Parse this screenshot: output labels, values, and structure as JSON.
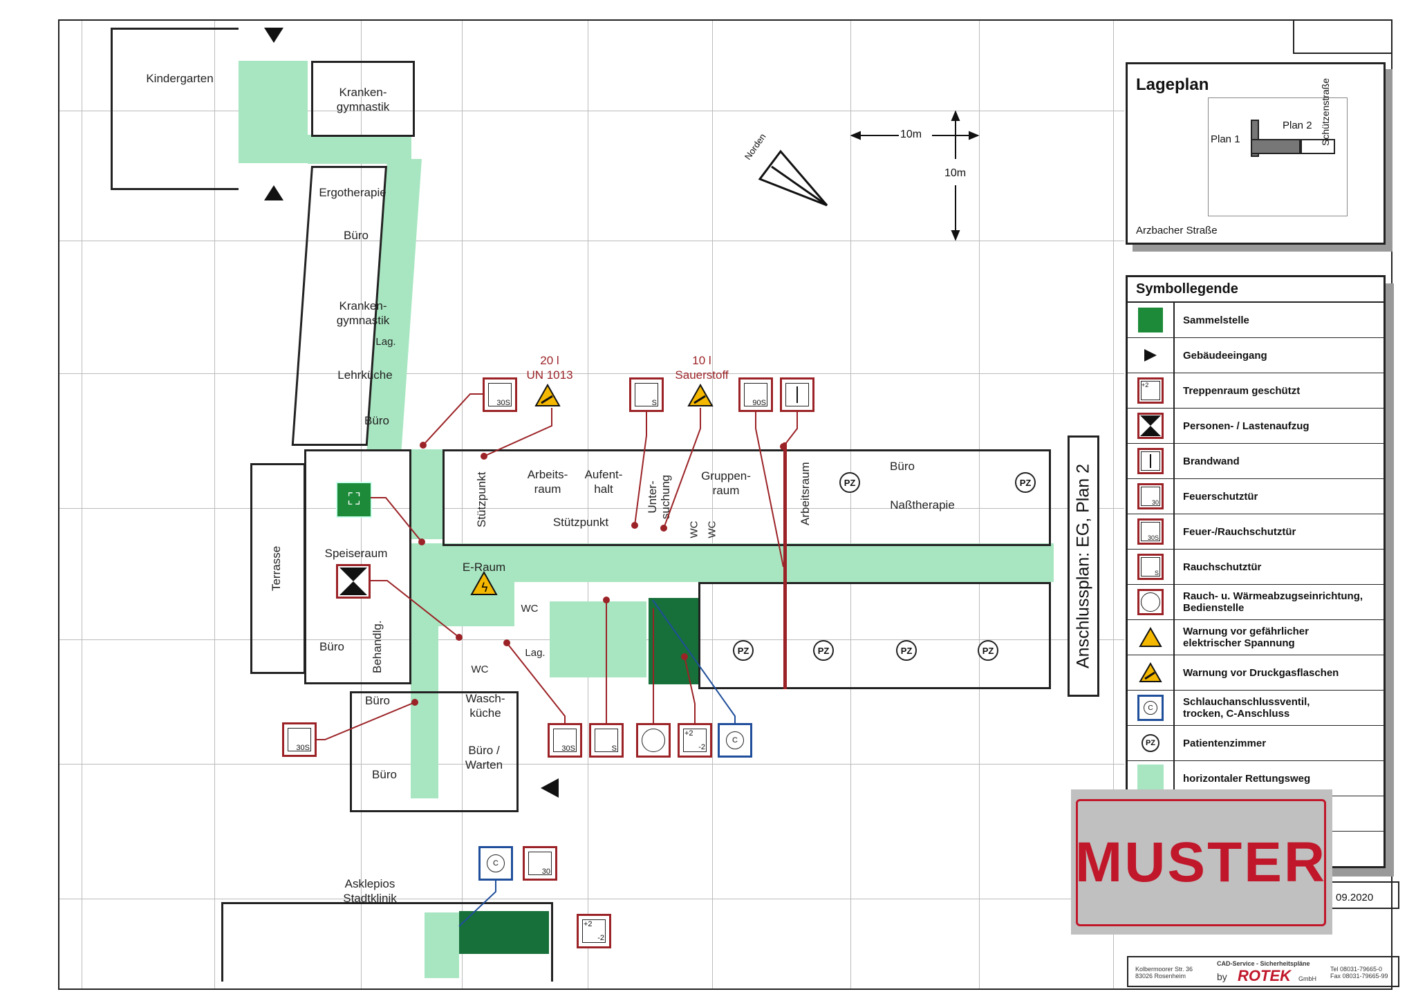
{
  "plan": {
    "title": "Anschlussplan: EG, Plan 2",
    "date": "09.2020",
    "watermark": "MUSTER",
    "north_label": "Norden",
    "scale_h": "10m",
    "scale_v": "10m"
  },
  "rooms": {
    "kindergarten": "Kindergarten",
    "krankengymnastik_top": "Kranken-\ngymnastik",
    "ergotherapie": "Ergotherapie",
    "buero_1": "Büro",
    "krankengymnastik_2": "Kranken-\ngymnastik",
    "lag_1": "Lag.",
    "lehrkueche": "Lehrküche",
    "buero_2": "Büro",
    "terrasse": "Terrasse",
    "speiseraum": "Speiseraum",
    "buero_3": "Büro",
    "behandlg": "Behandlg.",
    "stuetzpunkt_v": "Stützpunkt",
    "arbeitsraum_1": "Arbeits-\nraum",
    "aufenthalt": "Aufent-\nhalt",
    "stuetzpunkt_h": "Stützpunkt",
    "untersuchung": "Unter-\nsuchung",
    "wc_a": "WC",
    "wc_b": "WC",
    "gruppenraum": "Gruppen-\nraum",
    "arbeitsraum_2": "Arbeitsraum",
    "buero_4": "Büro",
    "nasstherapie": "Naßtherapie",
    "e_raum": "E-Raum",
    "wc_c": "WC",
    "wc_d": "WC",
    "lag_2": "Lag.",
    "buero_5": "Büro",
    "waschkueche": "Wasch-\nküche",
    "buero_6": "Büro",
    "buero_warten": "Büro /\nWarten",
    "asklepios": "Asklepios\nStadtklinik",
    "pz": "PZ"
  },
  "annotations": {
    "gas_1": "20 l\nUN 1013",
    "gas_2": "10 l\nSauerstoff",
    "sym_30s": "30S",
    "sym_s": "S",
    "sym_90s": "90S",
    "sym_30": "30",
    "stair_top": "+2",
    "stair_bottom": "-2",
    "hose": "C"
  },
  "lageplan": {
    "title": "Lageplan",
    "plan1": "Plan 1",
    "plan2": "Plan 2",
    "street1": "Arzbacher Straße",
    "street2": "Schützenstraße"
  },
  "legend": {
    "title": "Symbollegende",
    "items": [
      {
        "icon": "assembly-point-icon",
        "label": "Sammelstelle"
      },
      {
        "icon": "building-entrance-icon",
        "label": "Gebäudeeingang"
      },
      {
        "icon": "protected-stairwell-icon",
        "label": "Treppenraum geschützt"
      },
      {
        "icon": "elevator-icon",
        "label": "Personen- / Lastenaufzug"
      },
      {
        "icon": "firewall-icon",
        "label": "Brandwand"
      },
      {
        "icon": "fire-door-icon",
        "label": "Feuerschutztür"
      },
      {
        "icon": "fire-smoke-door-icon",
        "label": "Feuer-/Rauchschutztür"
      },
      {
        "icon": "smoke-door-icon",
        "label": "Rauchschutztür"
      },
      {
        "icon": "smoke-heat-exhaust-icon",
        "label": "Rauch- u. Wärmeabzugseinrichtung,\nBedienstelle"
      },
      {
        "icon": "electric-warning-icon",
        "label": "Warnung vor gefährlicher\nelektrischer Spannung"
      },
      {
        "icon": "gas-cylinder-warning-icon",
        "label": "Warnung vor Druckgasflaschen"
      },
      {
        "icon": "hose-valve-icon",
        "label": "Schlauchanschlussventil,\ntrocken, C-Anschluss"
      },
      {
        "icon": "patient-room-icon",
        "label": "Patientenzimmer"
      },
      {
        "icon": "escape-route-icon",
        "label": "horizontaler Rettungsweg"
      }
    ]
  },
  "footer": {
    "address1": "Kolbermoorer Str. 36",
    "address2": "83026 Rosenheim",
    "service": "CAD-Service - Sicherheitspläne",
    "by": "by",
    "company": "ROTEK",
    "gmbh": "GmbH",
    "tel": "Tel 08031-79665-0",
    "fax": "Fax 08031-79665-99"
  },
  "colors": {
    "escape_route": "#a8e6c1",
    "stairwell": "#17703a",
    "symbol_red": "#9b2226",
    "symbol_blue": "#1f4e9a",
    "warning_yellow": "#f5b800",
    "muster_red": "#c0172a",
    "muster_bg": "#c0c0c0"
  }
}
